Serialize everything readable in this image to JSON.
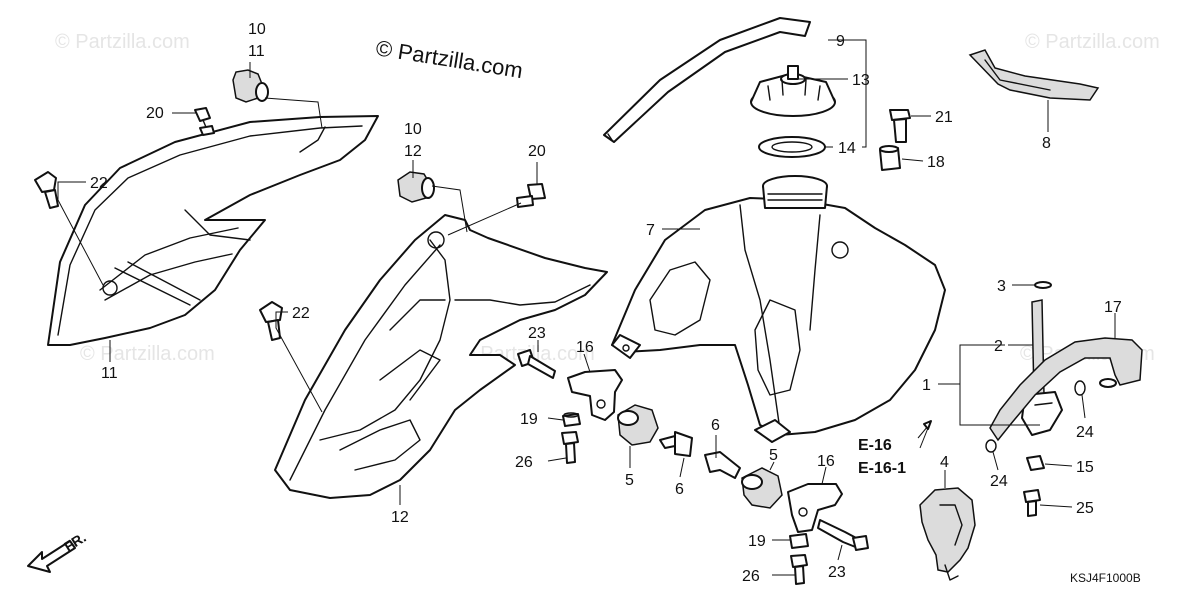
{
  "copyright": "© Partzilla.com",
  "watermark_text": "© Partzilla.com",
  "diagram_code": "KSJ4F1000B",
  "direction_label": "FR.",
  "references": [
    "E-16",
    "E-16-1"
  ],
  "callouts": {
    "c10a": "10",
    "c11a": "11",
    "c20a": "20",
    "c22a": "22",
    "c11b": "11",
    "c10b": "10",
    "c12a": "12",
    "c20b": "20",
    "c22b": "22",
    "c12b": "12",
    "c9": "9",
    "c13": "13",
    "c14": "14",
    "c7": "7",
    "c21": "21",
    "c18": "18",
    "c8": "8",
    "c3": "3",
    "c17": "17",
    "c2": "2",
    "c1": "1",
    "c24a": "24",
    "c24b": "24",
    "c15": "15",
    "c25": "25",
    "c4": "4",
    "c23a": "23",
    "c16a": "16",
    "c19a": "19",
    "c26a": "26",
    "c5a": "5",
    "c6a": "6",
    "c6b": "6",
    "c5b": "5",
    "c16b": "16",
    "c19b": "19",
    "c26b": "26",
    "c23b": "23"
  }
}
